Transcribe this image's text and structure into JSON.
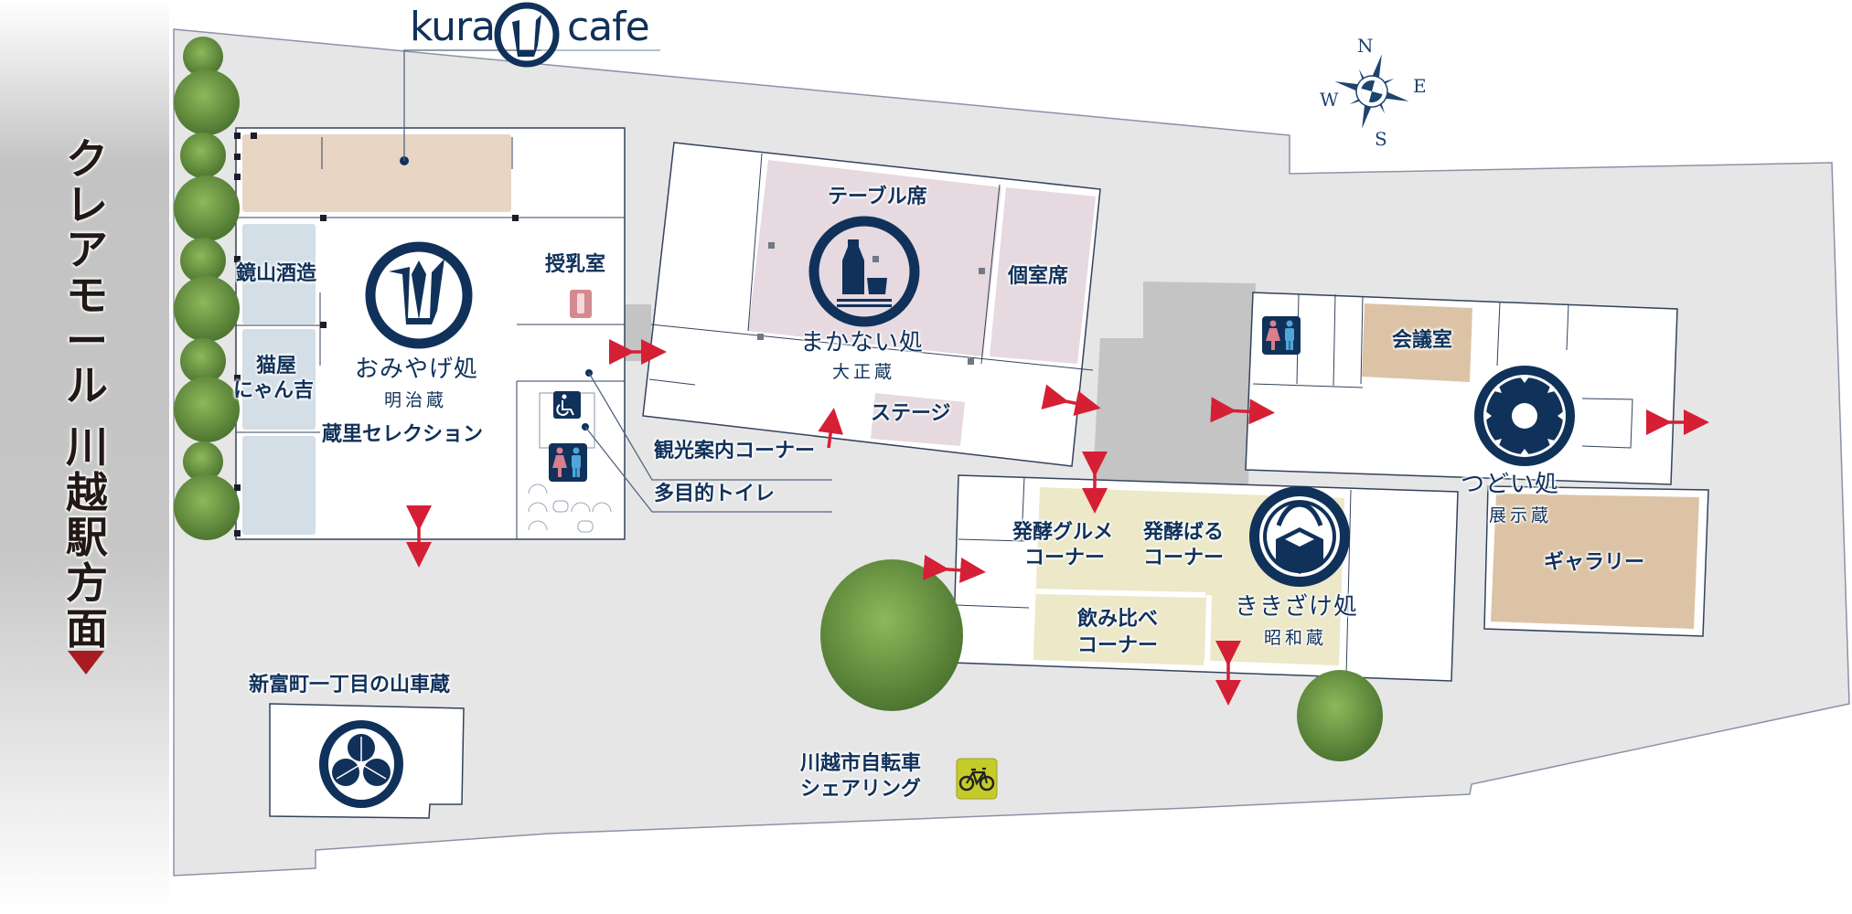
{
  "colors": {
    "navy": "#10315a",
    "ground": "#e6e6e6",
    "corridor": "#c4c4c4",
    "arrow_red": "#d51f35",
    "souvenir_area": "#e8d5c4",
    "shop_blue": "#d3dee6",
    "dining_pink": "#e6d9df",
    "tasting_cream": "#ece8c8",
    "meeting_tan": "#dcc3a6",
    "bike_green": "#c5cb2a",
    "direction_arrow": "#a61c20"
  },
  "side_banner": {
    "line1": "クレアモール",
    "line2": "川越駅方面",
    "arrow": "down-triangle"
  },
  "logo": {
    "left_text": "kura",
    "right_text": "cafe",
    "icon": "paper-crane-icon"
  },
  "compass": {
    "n": "N",
    "e": "E",
    "s": "S",
    "w": "W"
  },
  "buildings": {
    "omiyage": {
      "name": "おみやげ処",
      "sub": "明治蔵",
      "icon": "paper-crane-icon",
      "rooms": {
        "kagamiyama": "鏡山酒造",
        "nekoya_1": "猫屋",
        "nekoya_2": "にゃん吉",
        "selection": "蔵里セレクション",
        "nursing": "授乳室"
      }
    },
    "makanai": {
      "name": "まかない処",
      "sub": "大正蔵",
      "icon": "sake-bottle-icon",
      "rooms": {
        "table": "テーブル席",
        "private": "個室席",
        "stage": "ステージ"
      }
    },
    "tsudoi": {
      "name": "つどい処",
      "sub": "展示蔵",
      "icon": "people-circle-icon",
      "rooms": {
        "meeting": "会議室",
        "gallery": "ギャラリー"
      }
    },
    "kikizake": {
      "name": "ききざけ処",
      "sub": "昭和蔵",
      "icon": "rice-masu-icon",
      "rooms": {
        "gourmet_1": "発酵グルメ",
        "gourmet_2": "コーナー",
        "bar_1": "発酵ばる",
        "bar_2": "コーナー",
        "nomikurabe_1": "飲み比べ",
        "nomikurabe_2": "コーナー"
      }
    },
    "yamaguragura": {
      "name": "新富町一丁目の山車蔵",
      "icon": "aoi-crest-icon"
    }
  },
  "callouts": {
    "tourist_info": "観光案内コーナー",
    "multipurpose_toilet": "多目的トイレ"
  },
  "bike_share": {
    "line1": "川越市自転車",
    "line2": "シェアリング",
    "icon": "bicycle-icon"
  }
}
